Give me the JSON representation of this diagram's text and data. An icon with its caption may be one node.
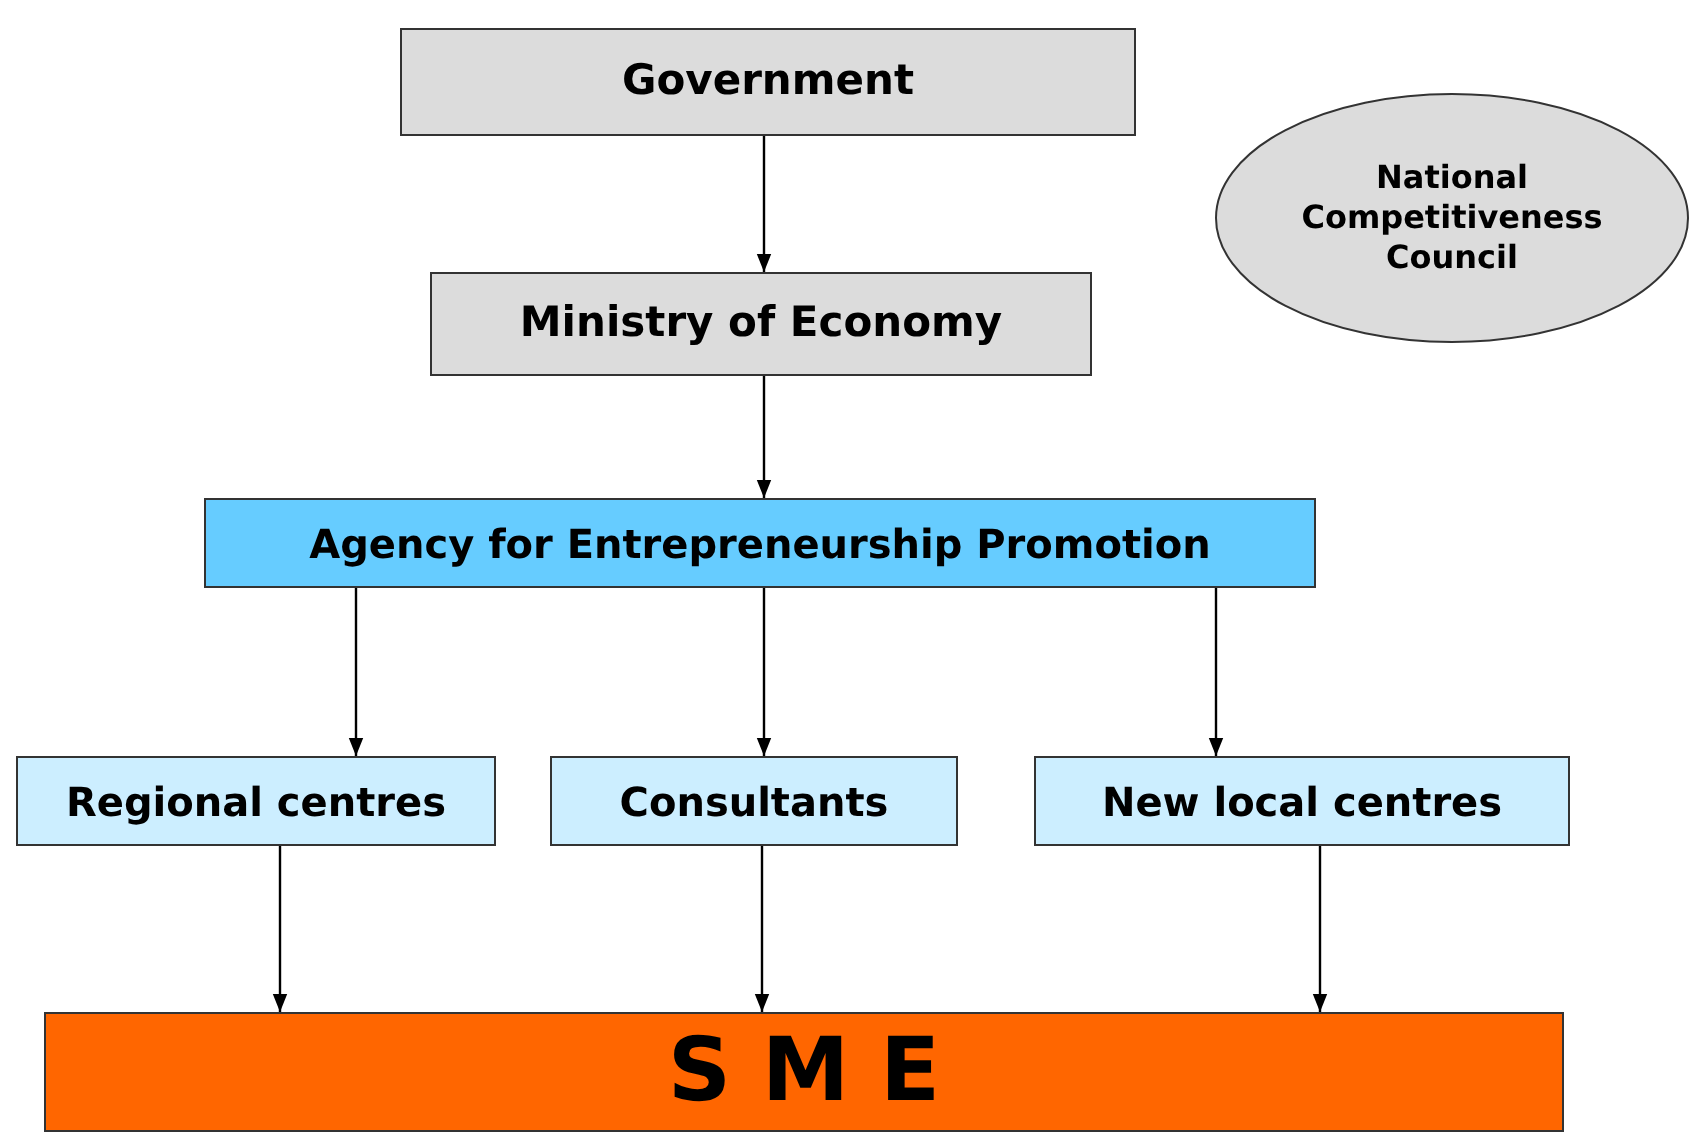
{
  "diagram": {
    "nodes": [
      {
        "text": [
          "Government"
        ]
      },
      {
        "text": [
          "Ministry of Economy"
        ]
      },
      {
        "text": [
          "National Competitiveness Council"
        ]
      },
      {
        "text": [
          "Agency for Entrepreneurship Promotion"
        ]
      },
      {
        "text": [
          "Regional centres"
        ]
      },
      {
        "text": [
          "Consultants"
        ]
      },
      {
        "text": [
          "New local centres"
        ]
      },
      {
        "text": [
          "S M E"
        ]
      }
    ],
    "edges": [
      {
        "from": 0,
        "to": 1,
        "arrow": "to"
      },
      {
        "from": 1,
        "to": 3,
        "arrow": "to"
      },
      {
        "from": 3,
        "to": 4,
        "arrow": "to"
      },
      {
        "from": 3,
        "to": 5,
        "arrow": "to"
      },
      {
        "from": 3,
        "to": 6,
        "arrow": "to"
      },
      {
        "from": 4,
        "to": 7,
        "arrow": "to"
      },
      {
        "from": 5,
        "to": 7,
        "arrow": "to"
      },
      {
        "from": 6,
        "to": 7,
        "arrow": "to"
      }
    ]
  }
}
